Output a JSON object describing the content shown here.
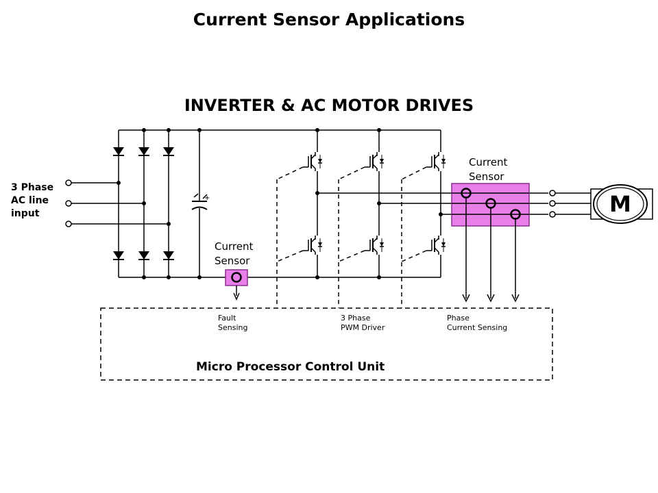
{
  "page": {
    "title": "Current Sensor Applications",
    "subtitle": "INVERTER & AC MOTOR DRIVES"
  },
  "diagram": {
    "input_label": [
      "3 Phase",
      "AC line",
      "input"
    ],
    "dc_sensor_label": [
      "Current",
      "Sensor"
    ],
    "phase_sensor_label": [
      "Current",
      "Sensor"
    ],
    "fault_label": [
      "Fault",
      "Sensing"
    ],
    "pwm_label": [
      "3 Phase",
      "PWM Driver"
    ],
    "phase_sensing_label": [
      "Phase",
      "Current Sensing"
    ],
    "control_unit_label": "Micro Processor Control Unit",
    "motor_label": "M",
    "sensor_color": "#e87ee8"
  }
}
